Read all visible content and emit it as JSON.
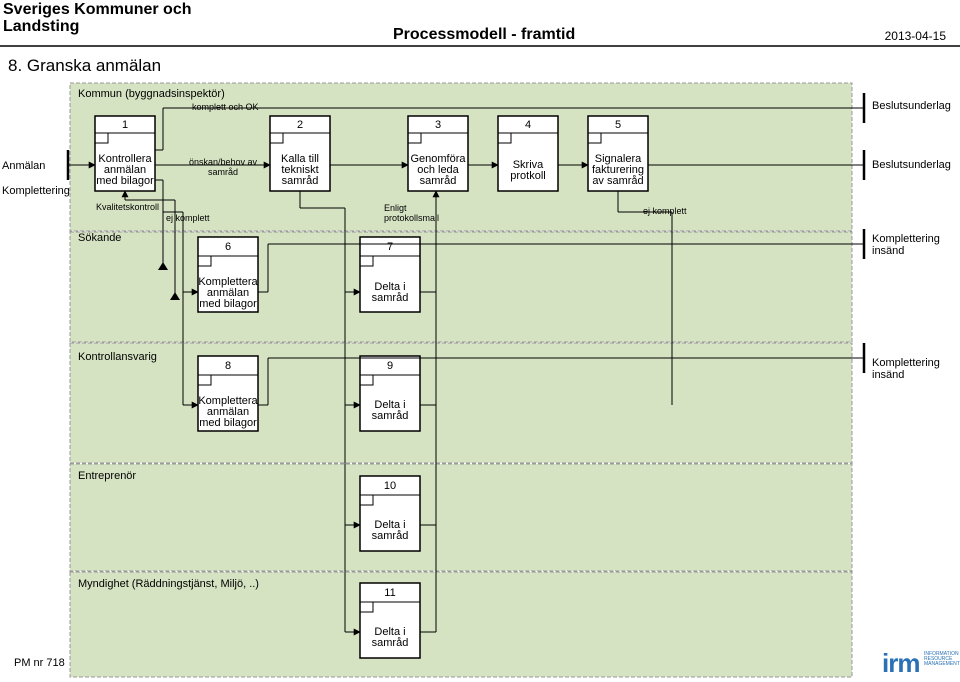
{
  "header": {
    "org": "Sveriges Kommuner och Landsting",
    "title": "Processmodell - framtid",
    "date": "2013-04-15"
  },
  "page_heading": "8. Granska anmälan",
  "lanes": {
    "kommun": "Kommun (byggnadsinspektör)",
    "sokande": "Sökande",
    "kontrollansvarig": "Kontrollansvarig",
    "entreprenor": "Entreprenör",
    "myndighet": "Myndighet (Räddningstjänst, Miljö, ..)"
  },
  "inputs": {
    "anmalan": "Anmälan",
    "komplettering": "Komplettering"
  },
  "outputs": {
    "beslutsunderlag_top": "Beslutsunderlag",
    "beslutsunderlag_mid": "Beslutsunderlag",
    "komplettering_insand_1": "Komplettering insänd",
    "komplettering_insand_2": "Komplettering insänd"
  },
  "activities": [
    {
      "num": "1",
      "text": "Kontrollera anmälan med bilagor"
    },
    {
      "num": "2",
      "text": "Kalla till tekniskt samråd"
    },
    {
      "num": "3",
      "text": "Genomföra och leda samråd"
    },
    {
      "num": "4",
      "text": "Skriva protkoll"
    },
    {
      "num": "5",
      "text": "Signalera fakturering av samråd"
    },
    {
      "num": "6",
      "text": "Komplettera anmälan med bilagor"
    },
    {
      "num": "7",
      "text": "Delta i samråd"
    },
    {
      "num": "8",
      "text": "Komplettera anmälan med bilagor"
    },
    {
      "num": "9",
      "text": "Delta i samråd"
    },
    {
      "num": "10",
      "text": "Delta i samråd"
    },
    {
      "num": "11",
      "text": "Delta i samråd"
    }
  ],
  "flow_labels": {
    "komplett_ok": "komplett och OK",
    "onskan": "önskan/behov av samråd",
    "kvalitetskontroll": "Kvalitetskontroll",
    "ej_komplett_1": "ej komplett",
    "enligt": "Enligt protokollsmall",
    "ej_komplett_2": "ej komplett"
  },
  "footer": {
    "pm": "PM nr 718"
  },
  "logo": {
    "mark": "irm",
    "tagline": "INFORMATION RESOURCE MANAGEMENT"
  },
  "colors": {
    "lane_fill": "#d6e3c3",
    "lane_border": "#999999"
  }
}
